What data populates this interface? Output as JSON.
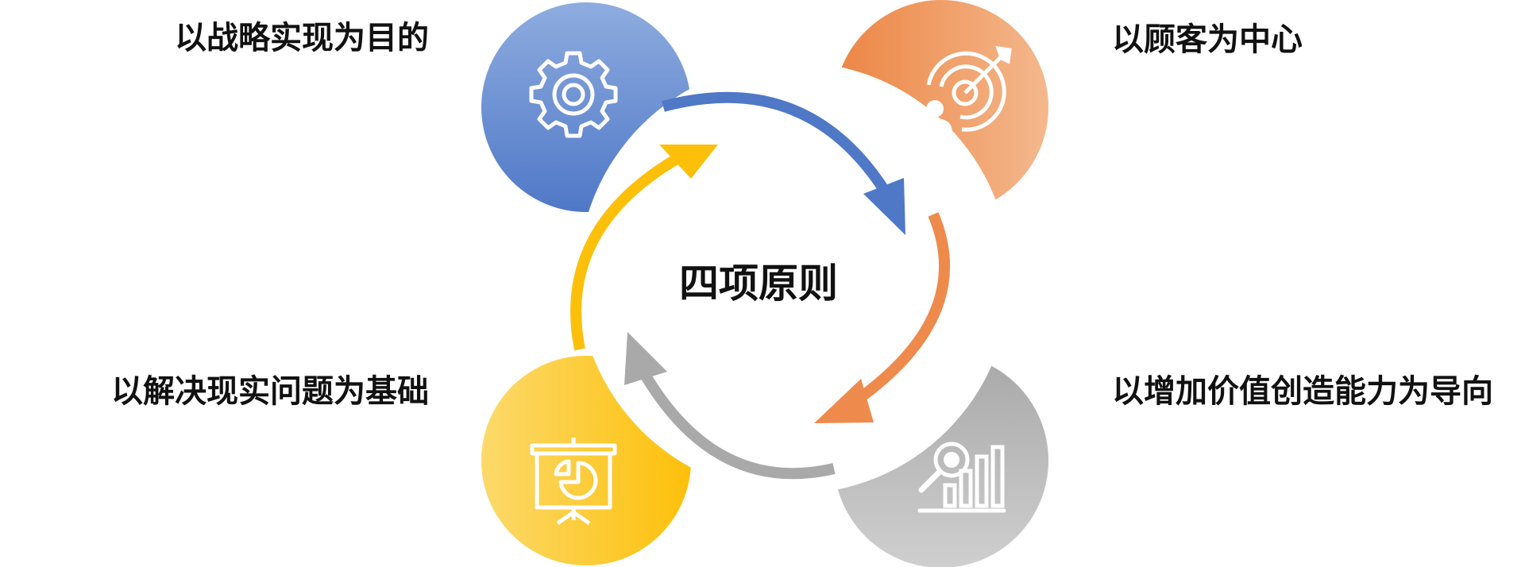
{
  "center_title": "四项原则",
  "principles": {
    "top_left": {
      "label": "以战略实现为目的",
      "icon": "gear-icon",
      "color_start": "#8eacdf",
      "color_end": "#4f78c7"
    },
    "top_right": {
      "label": "以顾客为中心",
      "icon": "target-customer-icon",
      "color_start": "#ec8544",
      "color_end": "#f4b88d"
    },
    "bottom_right": {
      "label": "以增加价值创造能力为导向",
      "icon": "growth-chart-magnifier-icon",
      "color_start": "#a8a8a8",
      "color_end": "#cfcfcf"
    },
    "bottom_left": {
      "label": "以解决现实问题为基础",
      "icon": "presentation-board-icon",
      "color_start": "#fcd96a",
      "color_end": "#fdc00a"
    }
  },
  "arrows": {
    "top": "#4f78c7",
    "right": "#ee8a4c",
    "bottom": "#a9a9a9",
    "left": "#fdc00a"
  }
}
